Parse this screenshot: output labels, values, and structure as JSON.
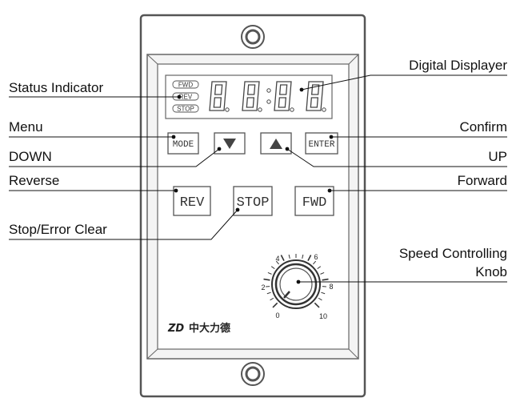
{
  "labels": {
    "status_indicator": "Status Indicator",
    "menu": "Menu",
    "down": "DOWN",
    "reverse": "Reverse",
    "stop_error_clear": "Stop/Error Clear",
    "digital_displayer": "Digital Displayer",
    "confirm": "Confirm",
    "up": "UP",
    "forward": "Forward",
    "speed_knob_line1": "Speed Controlling",
    "speed_knob_line2": "Knob"
  },
  "indicators": [
    "FWD",
    "REV",
    "STOP"
  ],
  "buttons": {
    "mode": "MODE",
    "enter": "ENTER",
    "rev": "REV",
    "stop": "STOP",
    "fwd": "FWD"
  },
  "dial_ticks": [
    "0",
    "2",
    "4",
    "6",
    "8",
    "10"
  ],
  "brand": {
    "logo": "ZD",
    "name": "中大力德"
  }
}
